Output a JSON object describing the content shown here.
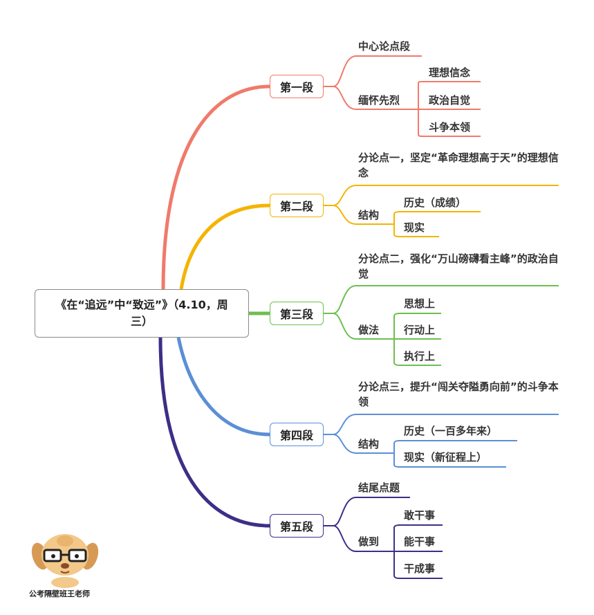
{
  "root": {
    "title": "《在“追远”中“致远”》（4.10，周三）"
  },
  "colors": {
    "s1": "#f07a6a",
    "s2": "#f4b400",
    "s3": "#6cbf4f",
    "s4": "#5b8fd6",
    "s5": "#3b2f87"
  },
  "sections": [
    {
      "label": "第一段",
      "items": [
        {
          "text": "中心论点段"
        },
        {
          "text": "缅怀先烈",
          "children": [
            "理想信念",
            "政治自觉",
            "斗争本领"
          ]
        }
      ]
    },
    {
      "label": "第二段",
      "items": [
        {
          "text": "分论点一，坚定“革命理想高于天”的理想信念"
        },
        {
          "text": "结构",
          "children": [
            "历史（成绩）",
            "现实"
          ]
        }
      ]
    },
    {
      "label": "第三段",
      "items": [
        {
          "text": "分论点二，强化“万山磅礴看主峰”的政治自觉"
        },
        {
          "text": "做法",
          "children": [
            "思想上",
            "行动上",
            "执行上"
          ]
        }
      ]
    },
    {
      "label": "第四段",
      "items": [
        {
          "text": "分论点三，提升“闯关夺隘勇向前”的斗争本领"
        },
        {
          "text": "结构",
          "children": [
            "历史（一百多年来）",
            "现实（新征程上）"
          ]
        }
      ]
    },
    {
      "label": "第五段",
      "items": [
        {
          "text": "结尾点题"
        },
        {
          "text": "做到",
          "children": [
            "敢干事",
            "能干事",
            "干成事"
          ]
        }
      ]
    }
  ],
  "watermark": "公考隔壁班王老师"
}
